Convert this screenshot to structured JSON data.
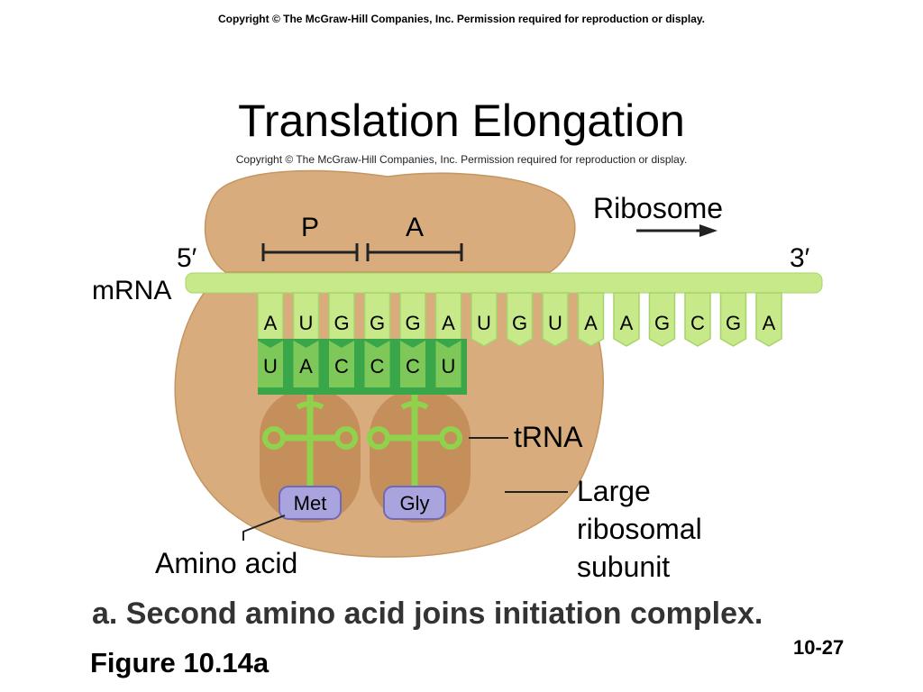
{
  "header": {
    "copyright": "Copyright  © The McGraw-Hill Companies, Inc.  Permission required for reproduction or display.",
    "title": "Translation Elongation"
  },
  "figure": {
    "copyright": "Copyright © The McGraw-Hill Companies, Inc. Permission required for reproduction or display.",
    "ribosome_label": "Ribosome",
    "five_prime": "5′",
    "three_prime": "3′",
    "mrna_label": "mRNA",
    "site_p": "P",
    "site_a": "A",
    "mrna_codons": [
      "A",
      "U",
      "G",
      "G",
      "G",
      "A",
      "U",
      "G",
      "U",
      "A",
      "A",
      "G",
      "C",
      "G",
      "A"
    ],
    "anticodons": [
      "U",
      "A",
      "C",
      "C",
      "C",
      "U"
    ],
    "amino_acids": [
      "Met",
      "Gly"
    ],
    "trna_label": "tRNA",
    "large_subunit_label": [
      "Large",
      "ribosomal",
      "subunit"
    ],
    "amino_acid_label": "Amino acid",
    "caption": "a.  Second amino acid joins initiation complex."
  },
  "footer": {
    "figure_label": "Figure 10.14a",
    "page_number": "10-27"
  },
  "colors": {
    "ribosome": "#d9ac7d",
    "ribosome_dark": "#c08a55",
    "mrna": "#c7e98a",
    "trna": "#7ec85a",
    "trna_dark": "#3aa64a",
    "amino_acid": "#a9a4dd"
  }
}
